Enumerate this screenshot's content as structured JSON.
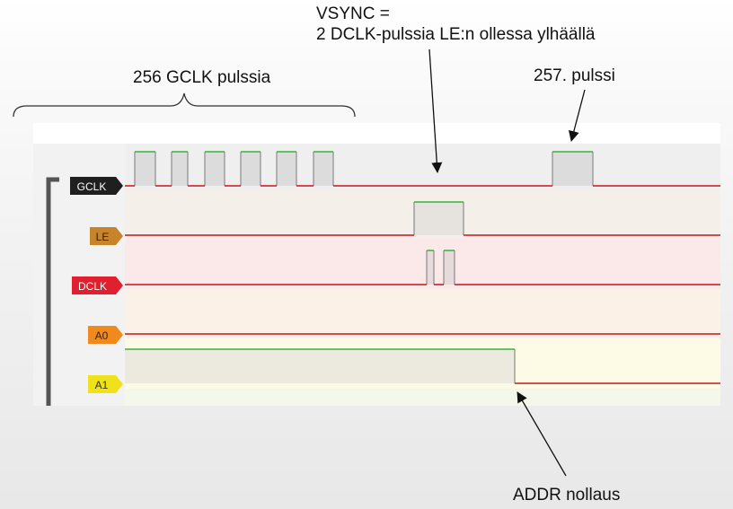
{
  "annotations": {
    "vsync_line1": "VSYNC =",
    "vsync_line2": "2 DCLK-pulssia LE:n ollessa ylhäällä",
    "gclk_count": "256 GCLK pulssia",
    "pulse_257": "257. pulssi",
    "addr_reset": "ADDR nollaus"
  },
  "signals": [
    {
      "name": "GCLK",
      "chip_color": "#1f1f1f",
      "text_color": "#ffffff",
      "lane_color": "#efefef"
    },
    {
      "name": "LE",
      "chip_color": "#c8842a",
      "text_color": "#3a1e00",
      "lane_color": "#f4efe8"
    },
    {
      "name": "DCLK",
      "chip_color": "#e0202e",
      "text_color": "#ffffff",
      "lane_color": "#fbe9e9"
    },
    {
      "name": "A0",
      "chip_color": "#f08a1c",
      "text_color": "#3a1e00",
      "lane_color": "#fcf1e7"
    },
    {
      "name": "A1",
      "chip_color": "#efe21a",
      "text_color": "#3a3000",
      "lane_color": "#fdfbe6"
    }
  ],
  "colors": {
    "low_line": "#c8141e",
    "high_line": "#37b43a",
    "pulse_fill": "#dcdcdc",
    "pulse_edge": "#8c8c8c"
  }
}
